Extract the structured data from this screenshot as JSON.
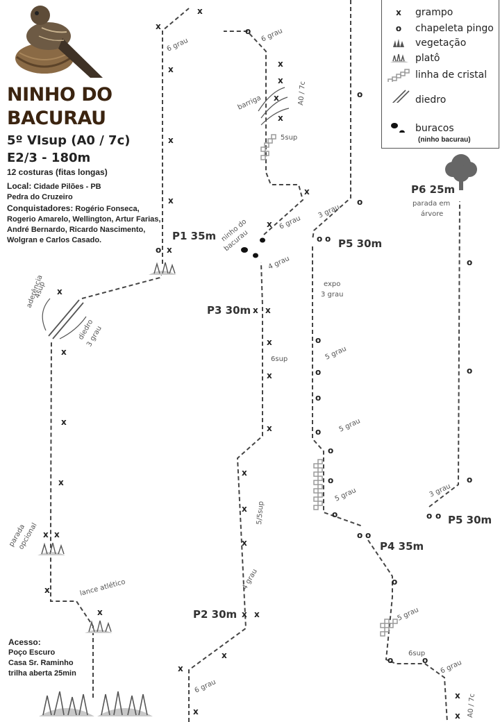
{
  "title": {
    "line1": "NINHO DO",
    "line2": "BACURAU"
  },
  "grade": "5º VIsup (A0 / 7c)",
  "commitment": "E2/3 - 180m",
  "quickdraws": "12 costuras (fitas longas)",
  "local": {
    "label": "Local:",
    "value": "Cidade Pilões - PB",
    "line2": "Pedra do Cruzeiro"
  },
  "conquerors": {
    "label": "Conquistadores:",
    "value": "Rogério Fonseca, Rogerio Amarelo, Wellington, Artur Farias, André Bernardo, Ricardo Nascimento, Wolgran e Carlos Casado."
  },
  "access": {
    "label": "Acesso:",
    "lines": [
      "Poço Escuro",
      "Casa Sr. Raminho",
      "trilha aberta 25min"
    ]
  },
  "legend": {
    "items": [
      {
        "symbol": "x",
        "label": "grampo"
      },
      {
        "symbol": "o",
        "label": "chapeleta pingo"
      },
      {
        "symbol": "vegetation-icon",
        "label": "vegetação"
      },
      {
        "symbol": "plateau-icon",
        "label": "platô"
      },
      {
        "symbol": "crystal-line-icon",
        "label": "linha de cristal"
      },
      {
        "symbol": "dihedral-icon",
        "label": "diedro"
      },
      {
        "symbol": "holes-icon",
        "label": "buracos"
      }
    ],
    "holes_note": "(ninho bacurau)"
  },
  "pitches": {
    "p1": "P1 35m",
    "p2": "P2 30m",
    "p3": "P3 30m",
    "p4": "P4 35m",
    "p5_left": "P5 30m",
    "p5_right": "P5 30m",
    "p6": "P6 25m"
  },
  "annotations": {
    "aderencia": "aderência",
    "aderencia_grade": "4sup",
    "diedro": "diedro",
    "diedro_grade": "3 grau",
    "parada": "parada",
    "parada2": "opcional",
    "lance": "lance atlético",
    "g6a": "6 grau",
    "g6b": "6 grau",
    "g6c": "6 grau",
    "g6d": "6 grau",
    "g6e": "6 grau",
    "barriga": "barriga",
    "a0_top": "A0 / 7c",
    "a0_bottom": "A0 / 7c",
    "g5sup_top": "5sup",
    "ninho1": "ninho do",
    "ninho2": "bacurau",
    "g4": "4 grau",
    "g6sup": "6sup",
    "g55sup": "5/5sup",
    "g4b": "4 grau",
    "g3a": "3 grau",
    "expo": "expo",
    "expo_grade": "3 grau",
    "g5a": "5 grau",
    "g5b": "5 grau",
    "g5c": "5 grau",
    "g5d": "5 grau",
    "g6sup_b": "6sup",
    "g3b": "3 grau",
    "arvore1": "parada em",
    "arvore2": "árvore"
  },
  "symbols": {
    "bolt": "x",
    "ring": "o"
  },
  "colors": {
    "title": "#3b2410",
    "route": "#444444",
    "crystal": "#9a9a9a",
    "tree": "#666666"
  }
}
